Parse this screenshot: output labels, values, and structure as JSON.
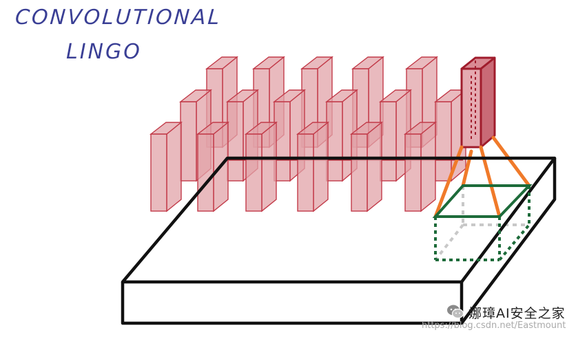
{
  "diagram": {
    "title_line1": "CONVOLUTIONAL",
    "title_line2": "LINGO",
    "colors": {
      "title": "#3a3f95",
      "slab_outline": "#111111",
      "column_fill": "#e2a3a8",
      "column_stroke": "#c23b49",
      "highlight_column": "#a01c2c",
      "projection_lines": "#f07a2a",
      "patch_outline": "#1d6b3a",
      "hidden_edges": "#c8c8c8"
    },
    "icons": [
      "wechat-icon"
    ]
  },
  "watermark": {
    "brand": "娜璋AI安全之家",
    "url": "https://blog.csdn.net/Eastmount"
  }
}
